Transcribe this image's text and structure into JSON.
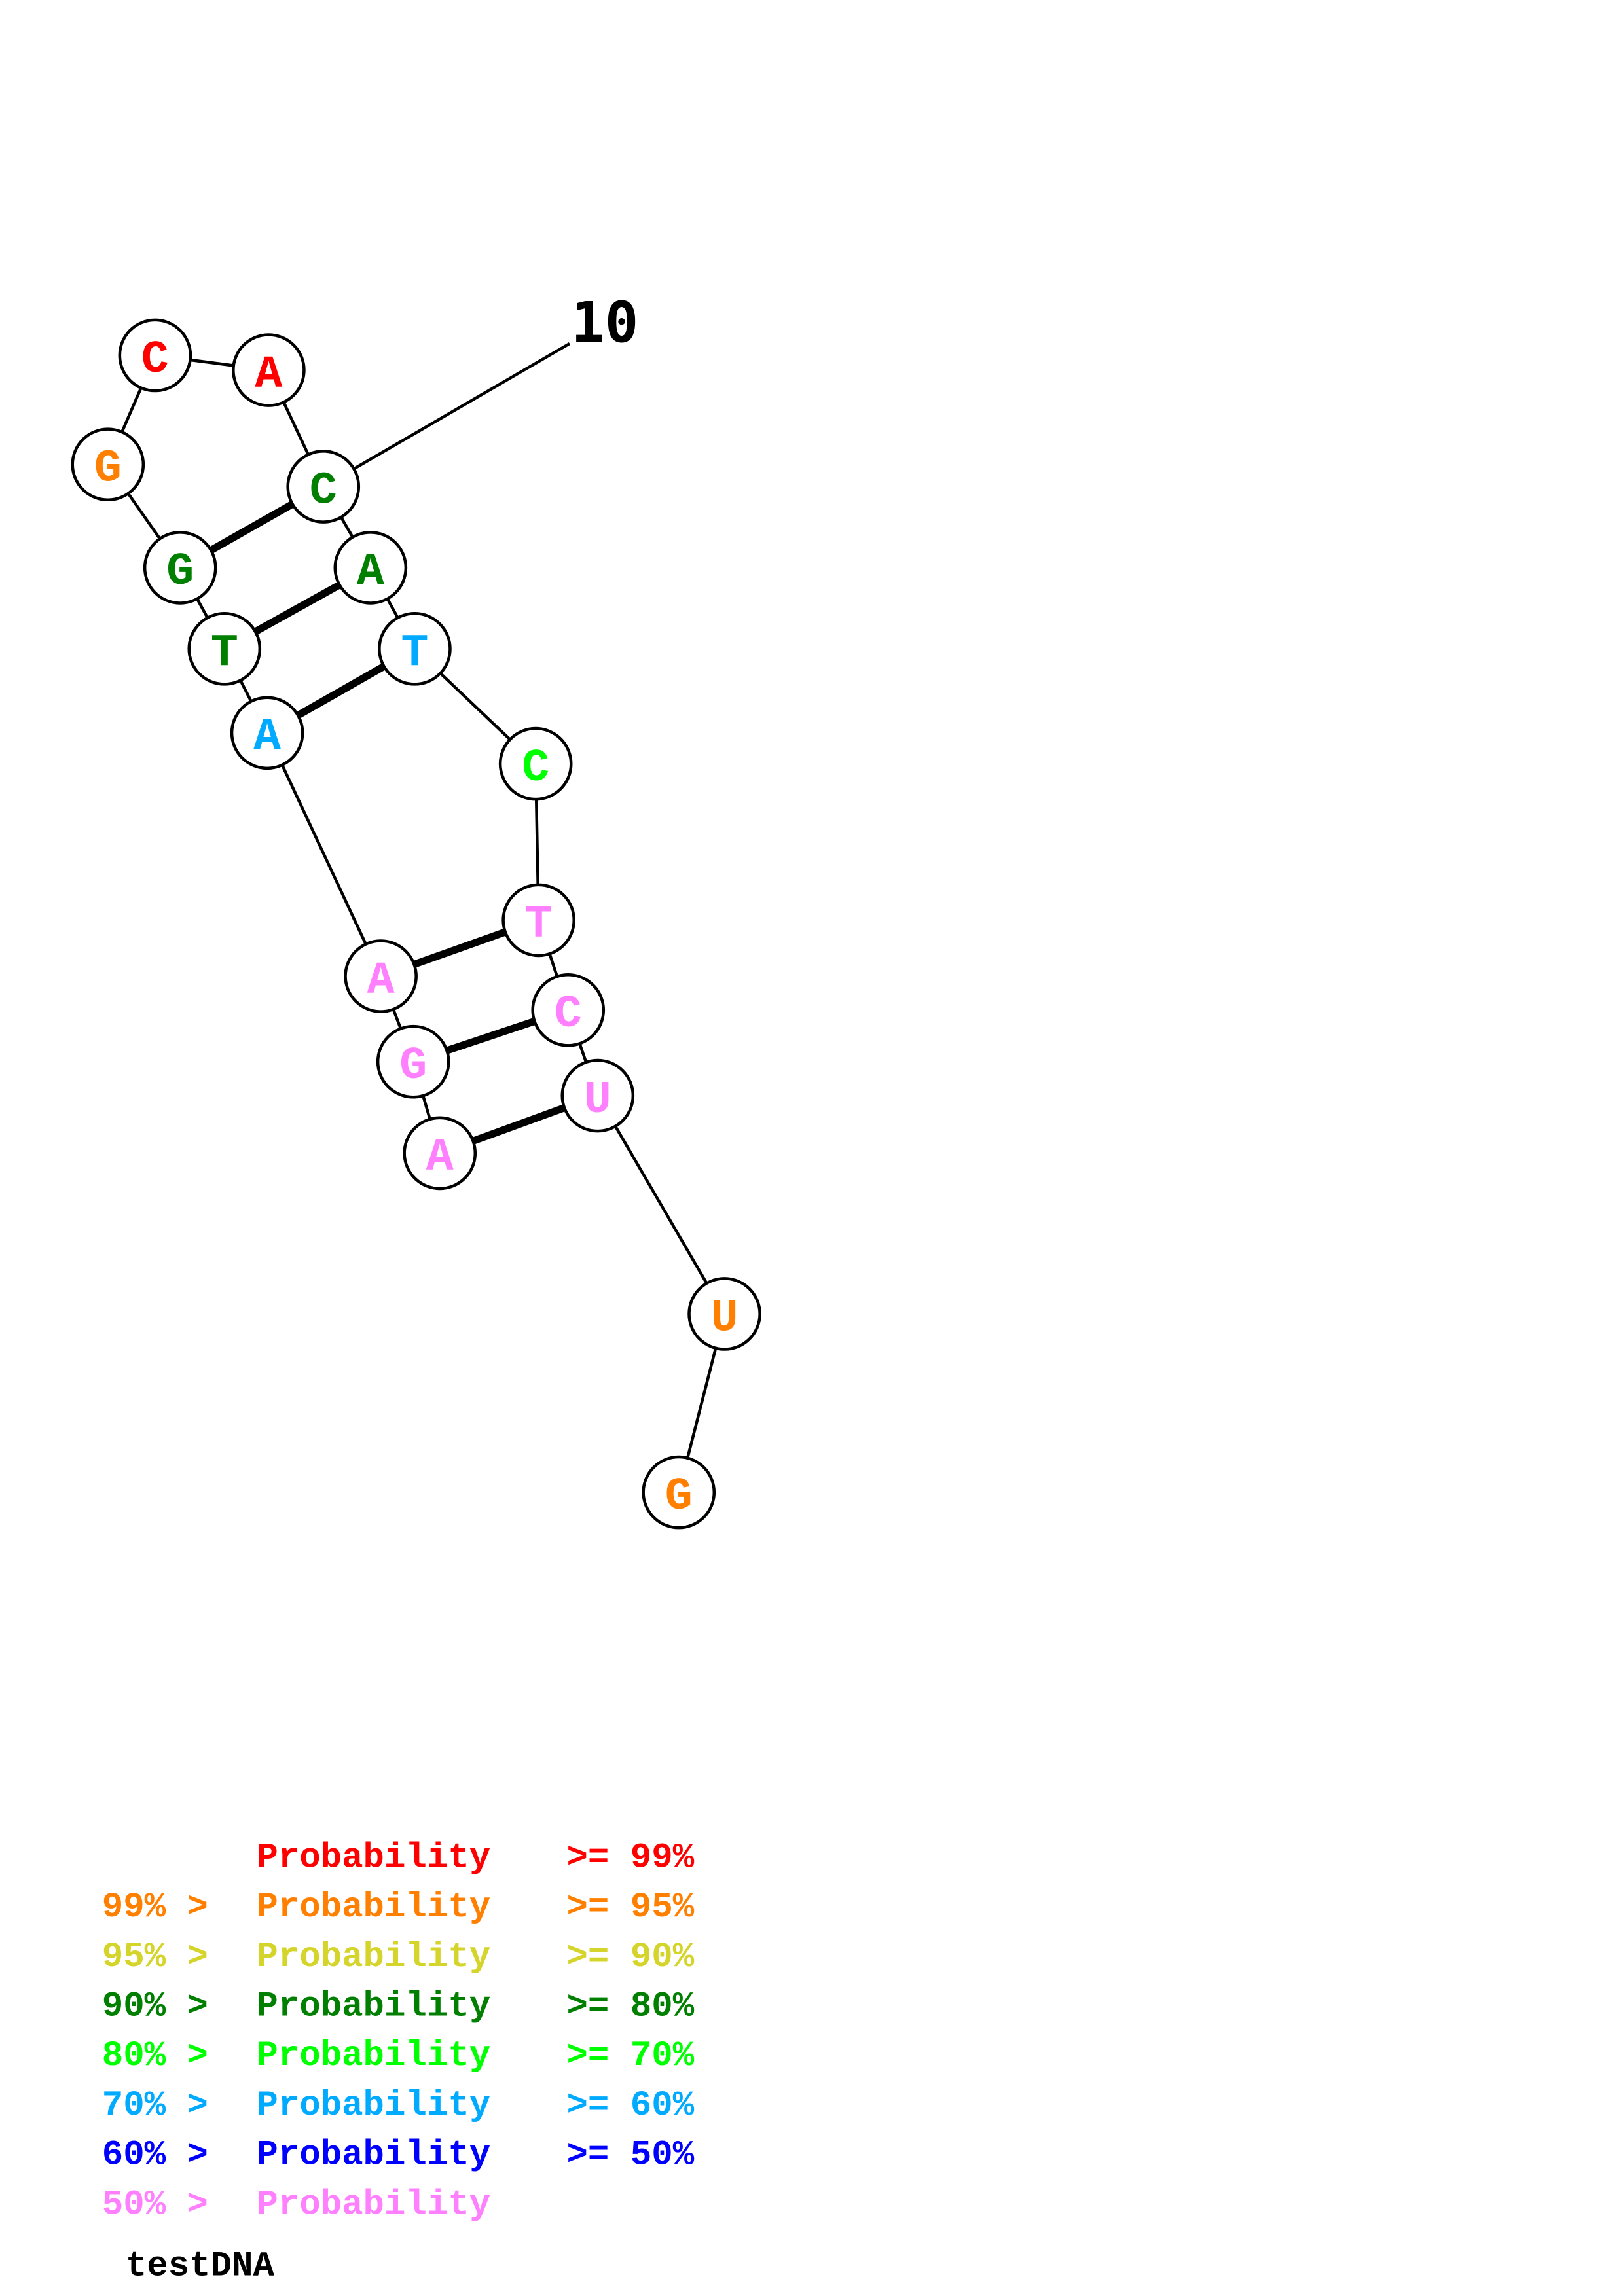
{
  "title": "testDNA",
  "position_label": "10",
  "colors": {
    "p99": "#ff0000",
    "p95": "#ff8000",
    "p90": "#d4d42a",
    "p80": "#007f00",
    "p70": "#00ff00",
    "p60": "#00aaff",
    "p50": "#0000ff",
    "plow": "#ff80ff"
  },
  "nucleotides": [
    {
      "index": 1,
      "base": "A",
      "prob": "plow"
    },
    {
      "index": 2,
      "base": "G",
      "prob": "plow"
    },
    {
      "index": 3,
      "base": "A",
      "prob": "plow"
    },
    {
      "index": 4,
      "base": "A",
      "prob": "p60"
    },
    {
      "index": 5,
      "base": "T",
      "prob": "p80"
    },
    {
      "index": 6,
      "base": "G",
      "prob": "p80"
    },
    {
      "index": 7,
      "base": "G",
      "prob": "p95"
    },
    {
      "index": 8,
      "base": "C",
      "prob": "p99"
    },
    {
      "index": 9,
      "base": "A",
      "prob": "p99"
    },
    {
      "index": 10,
      "base": "C",
      "prob": "p80"
    },
    {
      "index": 11,
      "base": "A",
      "prob": "p80"
    },
    {
      "index": 12,
      "base": "T",
      "prob": "p60"
    },
    {
      "index": 13,
      "base": "C",
      "prob": "p70"
    },
    {
      "index": 14,
      "base": "T",
      "prob": "plow"
    },
    {
      "index": 15,
      "base": "C",
      "prob": "plow"
    },
    {
      "index": 16,
      "base": "U",
      "prob": "plow"
    },
    {
      "index": 17,
      "base": "U",
      "prob": "p95"
    },
    {
      "index": 18,
      "base": "G",
      "prob": "p95"
    }
  ],
  "pairs": [
    [
      6,
      10
    ],
    [
      5,
      11
    ],
    [
      4,
      12
    ],
    [
      3,
      14
    ],
    [
      2,
      15
    ],
    [
      1,
      16
    ]
  ],
  "legend": [
    {
      "prefix": "",
      "middle": "Probability",
      "suffix": ">= 99%",
      "color_key": "p99"
    },
    {
      "prefix": "99% >",
      "middle": "Probability",
      "suffix": ">= 95%",
      "color_key": "p95"
    },
    {
      "prefix": "95% >",
      "middle": "Probability",
      "suffix": ">= 90%",
      "color_key": "p90"
    },
    {
      "prefix": "90% >",
      "middle": "Probability",
      "suffix": ">= 80%",
      "color_key": "p80"
    },
    {
      "prefix": "80% >",
      "middle": "Probability",
      "suffix": ">= 70%",
      "color_key": "p70"
    },
    {
      "prefix": "70% >",
      "middle": "Probability",
      "suffix": ">= 60%",
      "color_key": "p60"
    },
    {
      "prefix": "60% >",
      "middle": "Probability",
      "suffix": ">= 50%",
      "color_key": "p50"
    },
    {
      "prefix": "50% >",
      "middle": "Probability",
      "suffix": "",
      "color_key": "plow"
    }
  ]
}
